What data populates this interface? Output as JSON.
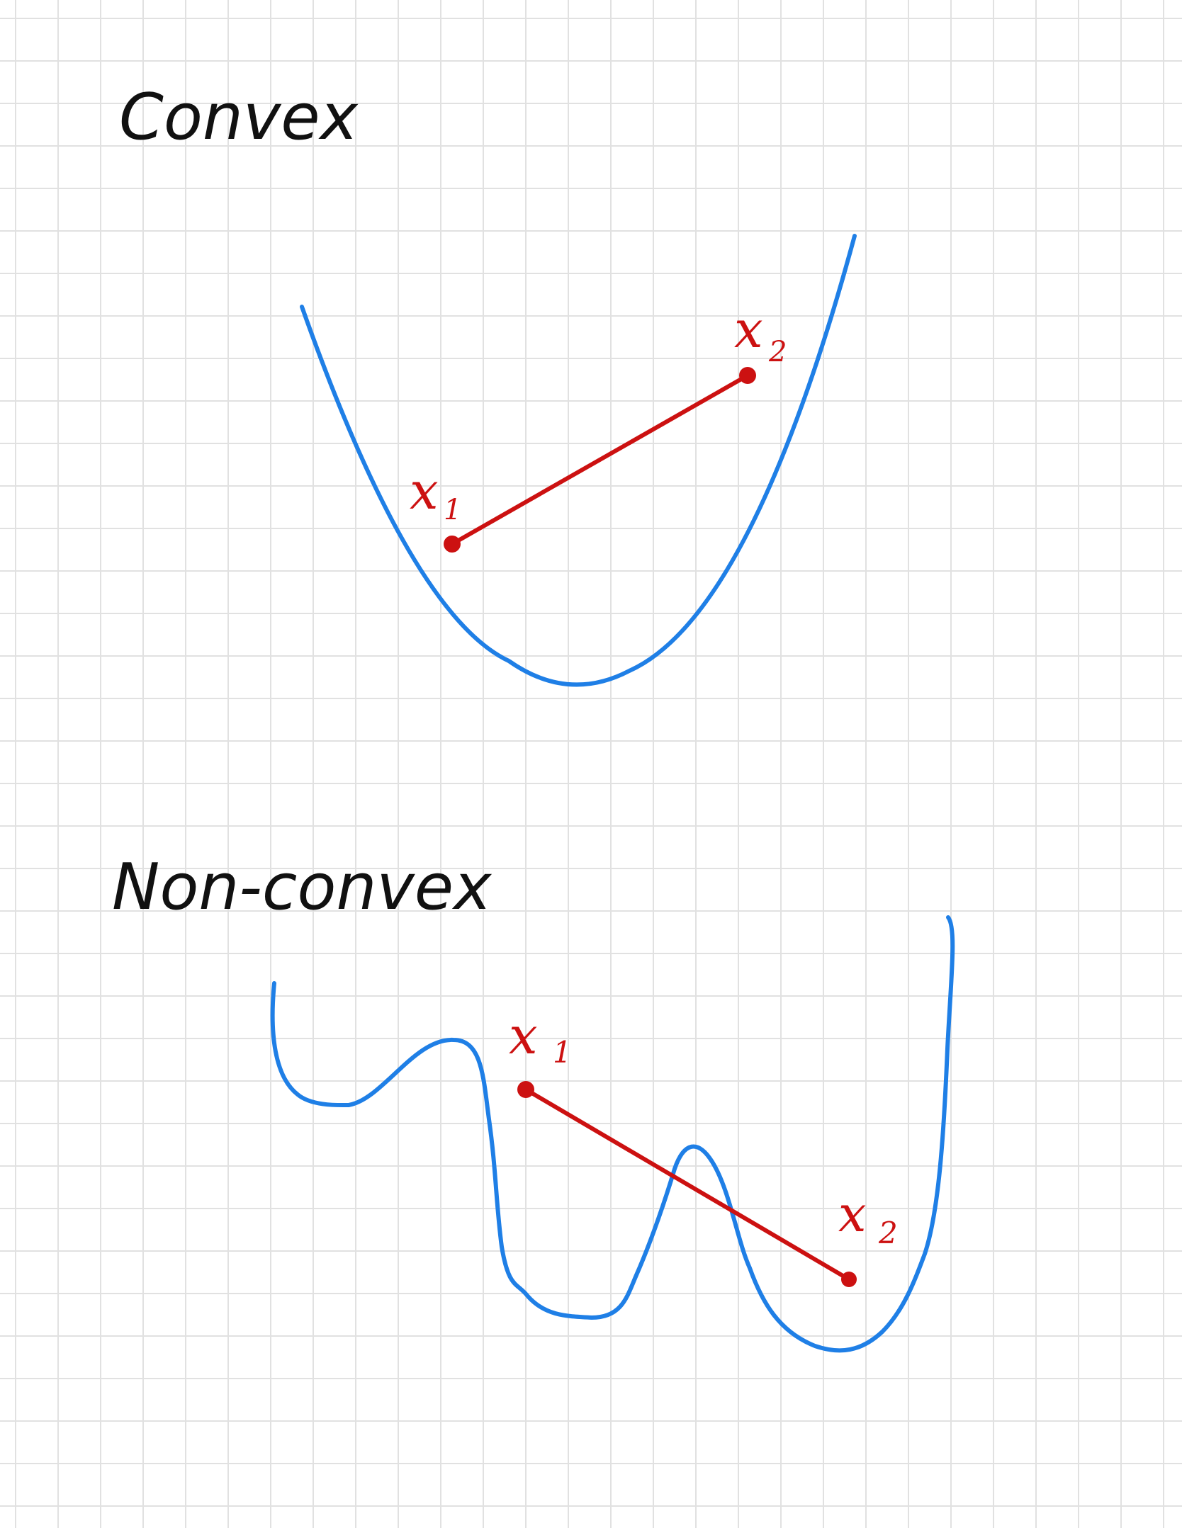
{
  "paper": {
    "background": "#ffffff",
    "grid_color": "#e1e1e1"
  },
  "colors": {
    "curve": "#1f7fe6",
    "chord": "#cc1111",
    "heading": "#111111"
  },
  "convex": {
    "heading": "Convex",
    "point1": {
      "main": "x",
      "sub": "1"
    },
    "point2": {
      "main": "x",
      "sub": "2"
    }
  },
  "nonconvex": {
    "heading": "Non-convex",
    "point1": {
      "main": "x",
      "sub": "1"
    },
    "point2": {
      "main": "x",
      "sub": "2"
    }
  }
}
